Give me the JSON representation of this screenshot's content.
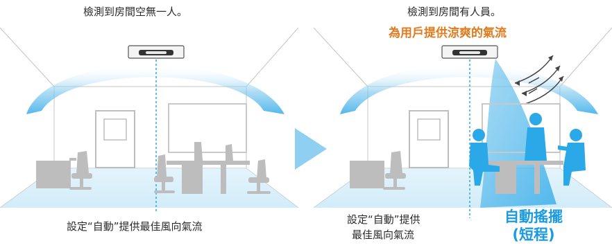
{
  "left_panel": {
    "title": "檢測到房間空無一人。",
    "caption": "設定“自動”提供最佳風向氣流"
  },
  "right_panel": {
    "title": "檢測到房間有人員。",
    "subtitle": "為用戶提供涼爽的氣流",
    "caption_line1": "設定“自動”提供",
    "caption_line2": "最佳風向氣流",
    "swing_line1": "自動搖擺",
    "swing_line2": "(短程)"
  },
  "colors": {
    "airflow": "#7fc9ef",
    "accent_orange": "#e07a1f",
    "accent_blue": "#1a9be0",
    "person_blue": "#2aa8e8",
    "furniture_gray": "#bdbdbd",
    "arrow_blue": "#8fd0f2"
  }
}
